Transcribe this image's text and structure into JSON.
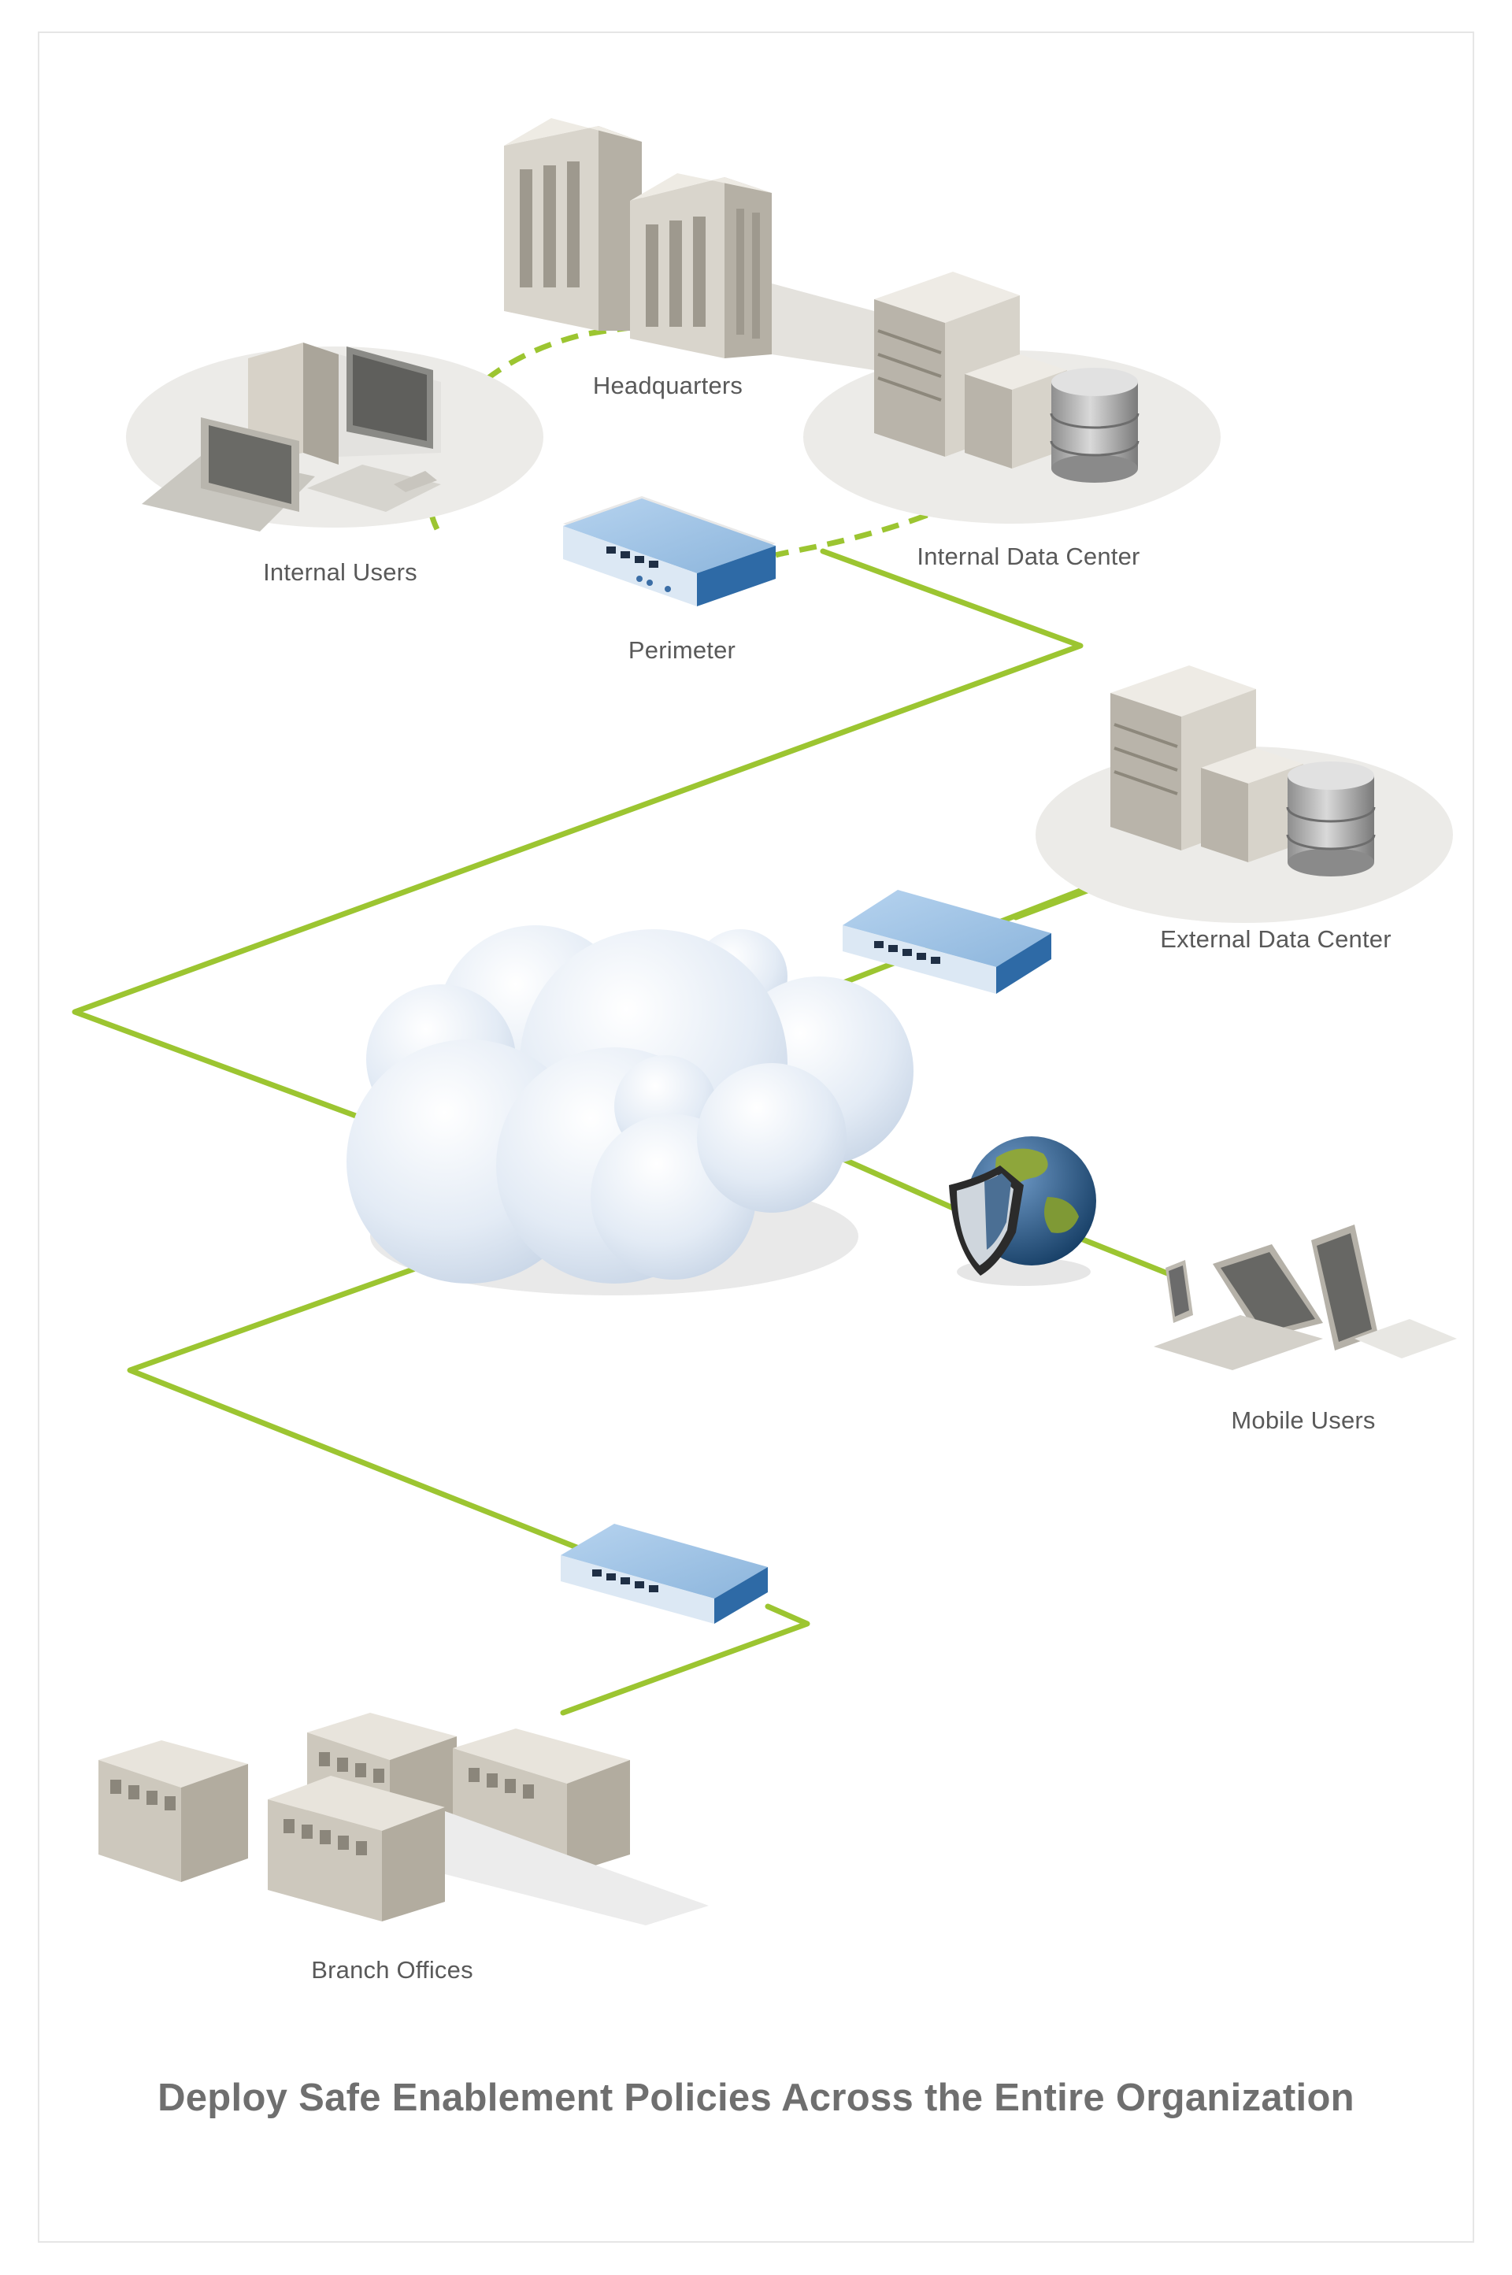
{
  "nodes": {
    "headquarters": "Headquarters",
    "internal_users": "Internal Users",
    "internal_data_center": "Internal Data Center",
    "perimeter": "Perimeter",
    "external_data_center": "External Data Center",
    "mobile_users": "Mobile Users",
    "branch_offices": "Branch Offices"
  },
  "caption": "Deploy Safe Enablement Policies Across the Entire Organization",
  "colors": {
    "link": "#9cc531",
    "firewall": "#3d7fc0",
    "cloud": "#dfe8f3",
    "building": "#cdc8bd",
    "platform": "#ecebe8"
  }
}
